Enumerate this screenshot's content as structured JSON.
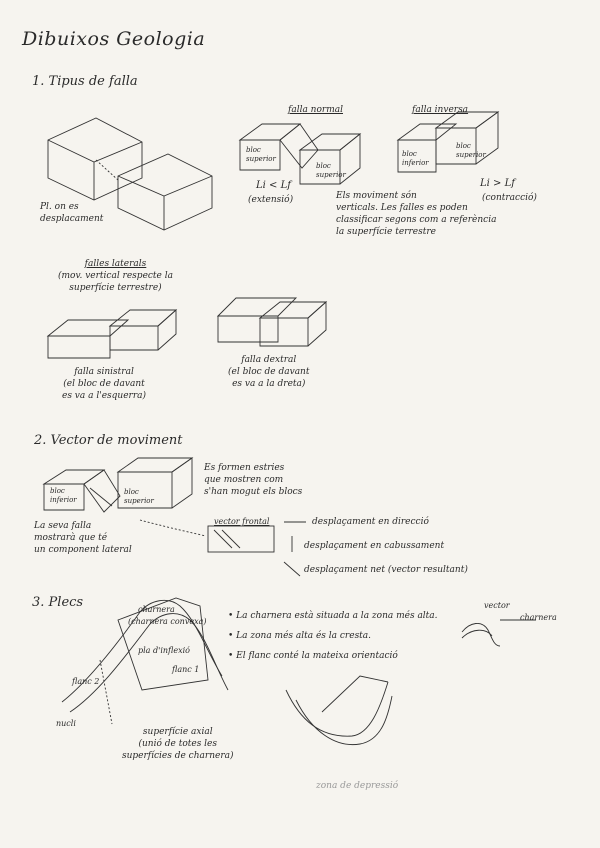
{
  "title": "Dibuixos Geologia",
  "s1": {
    "heading": "1. Tipus de falla",
    "no_move": [
      "Pl. on es",
      "desplacament"
    ],
    "normal": {
      "label": "falla normal",
      "bloc1": [
        "bloc",
        "superior"
      ],
      "bloc2": [
        "bloc",
        "superior"
      ],
      "formula": "Li < Lf",
      "note": "(extensió)"
    },
    "inversa": {
      "label": "falla inversa",
      "bloc1": [
        "bloc",
        "inferior"
      ],
      "bloc2": [
        "bloc",
        "superior"
      ],
      "formula": "Li > Lf",
      "note": "(contracció)"
    },
    "moviment": [
      "Els moviment són",
      "verticals. Les falles es poden",
      "classificar segons com a referència",
      "la superfície terrestre"
    ],
    "laterals": [
      "falles laterals",
      "(mov. vertical respecte la",
      "superfície terrestre)"
    ],
    "sinistral": [
      "falla sinistral",
      "(el bloc de davant",
      "es va a l'esquerra)"
    ],
    "dextral": [
      "falla dextral",
      "(el bloc de davant",
      "es va a la dreta)"
    ]
  },
  "s2": {
    "heading": "2. Vector de moviment",
    "bloc_inf": [
      "bloc",
      "inferior"
    ],
    "bloc_sup": [
      "bloc",
      "superior"
    ],
    "forces": [
      "Es formen estries",
      "que mostren com",
      "s'han mogut els blocs"
    ],
    "ala": [
      "La seva falla",
      "mostrarà que té",
      "un component lateral"
    ],
    "vector_label": "vector frontal",
    "legend": [
      "desplaçament en direcció",
      "desplaçament en cabussament",
      "desplaçament net (vector resultant)"
    ]
  },
  "s3": {
    "heading": "3. Plecs",
    "charnera": "charnera",
    "charnera2": "(charnera convexa)",
    "pla": "pla d'inflexió",
    "flanc1": "flanc 1",
    "flanc2": "flanc 2",
    "nucli": "nucli",
    "superficie": [
      "superfície axial",
      "(unió de totes les",
      "superfícies de charnera)"
    ],
    "bullets": [
      "La charnera està situada a la zona més alta.",
      "La zona més alta és la cresta.",
      "El flanc conté la mateixa orientació"
    ],
    "vector": "vector",
    "charnera_side": "charnera",
    "zona": "zona de depressió"
  }
}
